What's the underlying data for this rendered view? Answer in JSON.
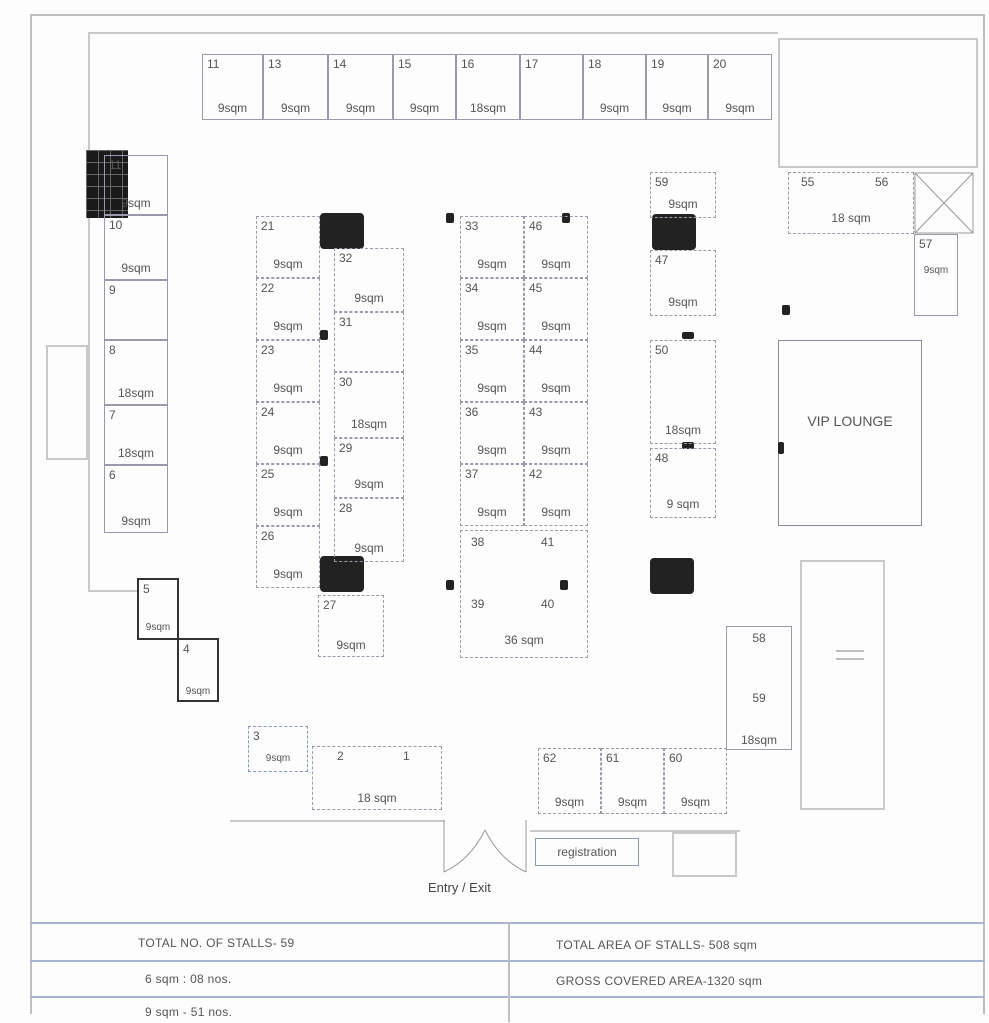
{
  "stalls_top": [
    {
      "num": "11",
      "area": "9sqm"
    },
    {
      "num": "13",
      "area": "9sqm"
    },
    {
      "num": "14",
      "area": "9sqm"
    },
    {
      "num": "15",
      "area": "9sqm"
    },
    {
      "num": "16",
      "area": "18sqm"
    },
    {
      "num": "17",
      "area": ""
    },
    {
      "num": "18",
      "area": "9sqm"
    },
    {
      "num": "19",
      "area": "9sqm"
    },
    {
      "num": "20",
      "area": "9sqm"
    }
  ],
  "stalls_left_col": [
    {
      "num": "11",
      "area": "9sqm"
    },
    {
      "num": "10",
      "area": "9sqm"
    },
    {
      "num": "9",
      "area": ""
    },
    {
      "num": "8",
      "area": "18sqm"
    },
    {
      "num": "7",
      "area": "18sqm"
    },
    {
      "num": "6",
      "area": "9sqm"
    }
  ],
  "stalls_col_21": [
    {
      "num": "21",
      "area": "9sqm"
    },
    {
      "num": "22",
      "area": "9sqm"
    },
    {
      "num": "23",
      "area": "9sqm"
    },
    {
      "num": "24",
      "area": "9sqm"
    },
    {
      "num": "25",
      "area": "9sqm"
    },
    {
      "num": "26",
      "area": "9sqm"
    }
  ],
  "stalls_col_32": [
    {
      "num": "32",
      "area": "9sqm"
    },
    {
      "num": "31",
      "area": ""
    },
    {
      "num": "30",
      "area": "18sqm"
    },
    {
      "num": "29",
      "area": "9sqm"
    },
    {
      "num": "28",
      "area": "9sqm"
    }
  ],
  "stall_27": {
    "num": "27",
    "area": "9sqm"
  },
  "stalls_center_left": [
    {
      "num": "33",
      "area": "9sqm"
    },
    {
      "num": "34",
      "area": "9sqm"
    },
    {
      "num": "35",
      "area": "9sqm"
    },
    {
      "num": "36",
      "area": "9sqm"
    },
    {
      "num": "37",
      "area": "9sqm"
    }
  ],
  "stalls_center_right": [
    {
      "num": "46",
      "area": "9sqm"
    },
    {
      "num": "45",
      "area": "9sqm"
    },
    {
      "num": "44",
      "area": "9sqm"
    },
    {
      "num": "43",
      "area": "9sqm"
    },
    {
      "num": "42",
      "area": "9sqm"
    }
  ],
  "stall_big": {
    "n1": "38",
    "n2": "41",
    "n3": "39",
    "n4": "40",
    "area": "36 sqm"
  },
  "stalls_right_col": [
    {
      "num": "59",
      "area": "9sqm"
    },
    {
      "num": "47",
      "area": "9sqm"
    },
    {
      "num": "50",
      "area": "18sqm"
    },
    {
      "num": "48",
      "area": "9 sqm"
    }
  ],
  "stalls_55_56": {
    "n1": "55",
    "n2": "56",
    "area": "18 sqm"
  },
  "stall_57": {
    "num": "57",
    "area": "9sqm"
  },
  "vip_lounge": "VIP LOUNGE",
  "stall_58_59": {
    "n1": "58",
    "n2": "59",
    "area": "18sqm"
  },
  "stalls_bottom_right": [
    {
      "num": "62",
      "area": "9sqm"
    },
    {
      "num": "61",
      "area": "9sqm"
    },
    {
      "num": "60",
      "area": "9sqm"
    }
  ],
  "stall_5": {
    "num": "5",
    "area": "9sqm"
  },
  "stall_4": {
    "num": "4",
    "area": "9sqm"
  },
  "stall_3": {
    "num": "3",
    "area": "9sqm"
  },
  "stalls_2_1": {
    "n1": "2",
    "n2": "1",
    "area": "18 sqm"
  },
  "registration": "registration",
  "entry_exit": "Entry / Exit",
  "footer": {
    "total_stalls": "TOTAL NO. OF STALLS- 59",
    "total_area": "TOTAL AREA OF STALLS- 508 sqm",
    "six_sqm": "6 sqm : 08 nos.",
    "gross_area": "GROSS COVERED AREA-1320 sqm",
    "nine_sqm": "9 sqm - 51 nos."
  }
}
